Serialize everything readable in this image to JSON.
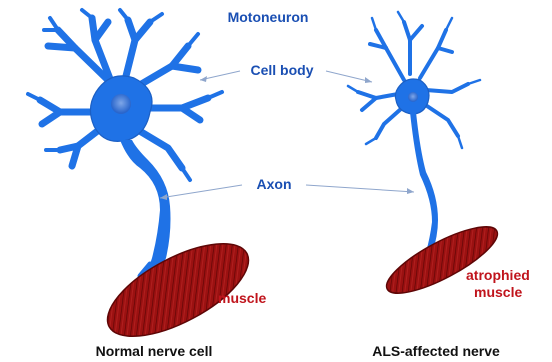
{
  "labels": {
    "title": "Motoneuron",
    "cell_body": "Cell body",
    "axon": "Axon",
    "muscle": "muscle",
    "atrophied_1": "atrophied",
    "atrophied_2": "muscle",
    "normal_caption": "Normal nerve cell",
    "als_caption": "ALS-affected nerve"
  },
  "colors": {
    "neuron": "#1f72e6",
    "muscle": "#9b1111",
    "label_blue": "#1a4fb3",
    "label_red": "#c0141c"
  }
}
